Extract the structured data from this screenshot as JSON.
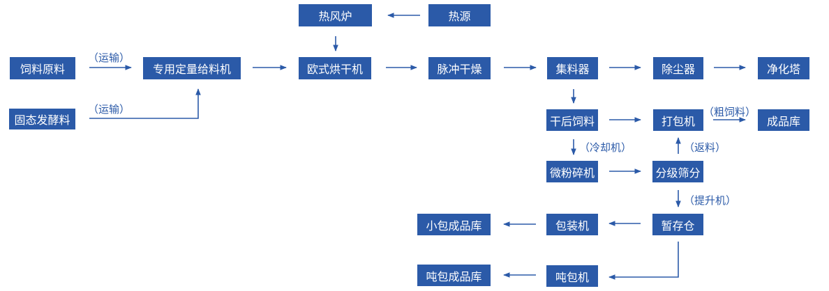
{
  "colors": {
    "box_fill": "#2b5aa8",
    "box_text": "#ffffff",
    "arrow": "#2b5aa8",
    "label_text": "#2b5aa8"
  },
  "nodes": {
    "hot_air_furnace": "热风炉",
    "heat_source": "热源",
    "feed_raw": "饲料原料",
    "feeder": "专用定量给料机",
    "euro_dryer": "欧式烘干机",
    "pulse_dryer": "脉冲干燥",
    "collector": "集料器",
    "dust_remover": "除尘器",
    "purify_tower": "净化塔",
    "solid_ferment": "固态发酵料",
    "dried_feed": "干后饲料",
    "baler": "打包机",
    "product_store": "成品库",
    "micro_crusher": "微粉碎机",
    "grading_sieve": "分级筛分",
    "small_pack_store": "小包成品库",
    "packing_machine": "包装机",
    "temp_bin": "暂存仓",
    "ton_pack_store": "吨包成品库",
    "ton_bagger": "吨包机"
  },
  "labels": {
    "transport_1": "（运输）",
    "transport_2": "（运输）",
    "coarse_feed": "（粗饲料）",
    "cooler": "（冷却机）",
    "return_material": "（返料）",
    "elevator": "（提升机）"
  }
}
